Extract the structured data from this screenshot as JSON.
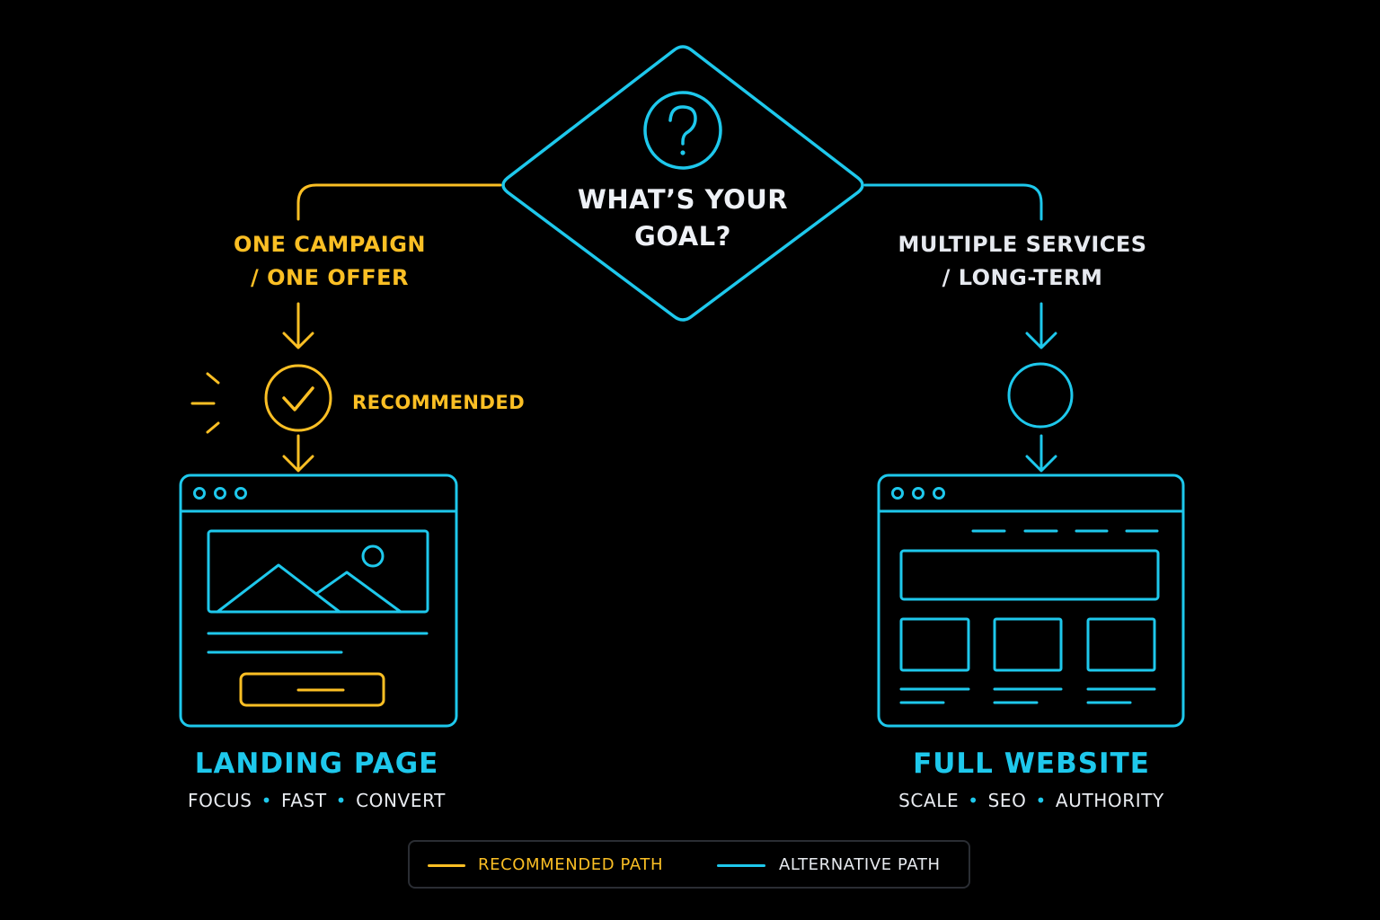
{
  "colors": {
    "background": "#000000",
    "recommended": "#fbbf24",
    "alternative": "#1ec8ec",
    "text": "#e8ebf0"
  },
  "decision": {
    "icon": "question-circle-icon",
    "title_line1": "WHAT’S YOUR",
    "title_line2": "GOAL?"
  },
  "left_branch": {
    "condition_line1": "ONE CAMPAIGN",
    "condition_line2": "/ ONE OFFER",
    "status_icon": "check-circle-icon",
    "status_label": "RECOMMENDED",
    "option_title": "LANDING PAGE",
    "traits": [
      "FOCUS",
      "FAST",
      "CONVERT"
    ]
  },
  "right_branch": {
    "condition_line1": "MULTIPLE SERVICES",
    "condition_line2": "/ LONG-TERM",
    "status_icon": "empty-circle-icon",
    "option_title": "FULL WEBSITE",
    "traits": [
      "SCALE",
      "SEO",
      "AUTHORITY"
    ]
  },
  "legend": {
    "recommended_label": "RECOMMENDED PATH",
    "alternative_label": "ALTERNATIVE PATH"
  },
  "separator": "•"
}
